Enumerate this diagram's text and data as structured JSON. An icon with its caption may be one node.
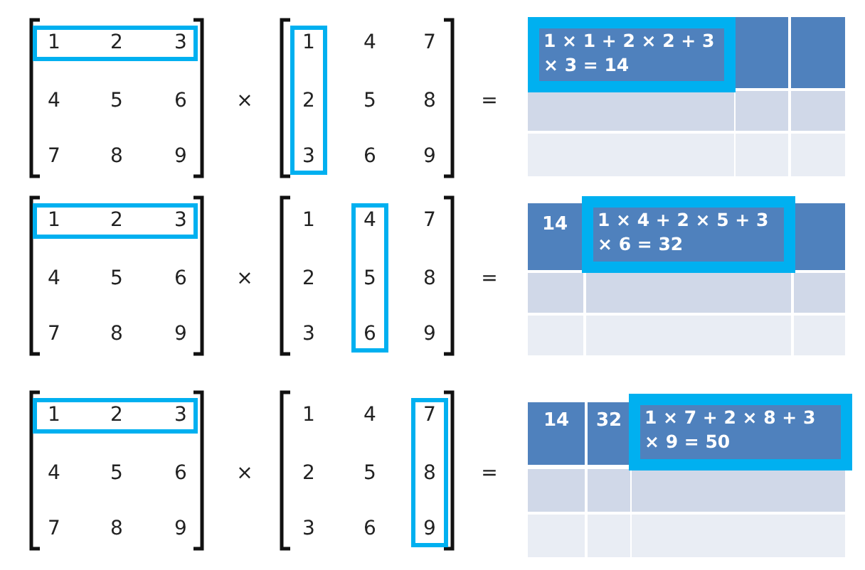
{
  "diagram": {
    "nodes": [
      {
        "text": [
          "1 × 1 + 2 × 2 + 3 × 3 = 14"
        ]
      },
      {
        "text": [
          "1 × 4 + 2 × 5 + 3 × 6 = 32"
        ]
      },
      {
        "text": [
          "1 × 7 + 2 × 8 + 3 × 9 = 50"
        ]
      }
    ],
    "labels": [
      "1",
      "2",
      "3",
      "1",
      "4",
      "7",
      "4",
      "5",
      "6",
      "×",
      "2",
      "5",
      "8",
      "=",
      "7",
      "8",
      "9",
      "3",
      "6",
      "9",
      "1",
      "2",
      "3",
      "1",
      "4",
      "7",
      "4",
      "5",
      "6",
      "×",
      "2",
      "5",
      "8",
      "=",
      "7",
      "8",
      "9",
      "3",
      "6",
      "9",
      "14",
      "1",
      "2",
      "3",
      "1",
      "4",
      "7",
      "4",
      "5",
      "6",
      "×",
      "2",
      "5",
      "8",
      "=",
      "7",
      "8",
      "9",
      "3",
      "6",
      "9",
      "14",
      "32"
    ]
  }
}
